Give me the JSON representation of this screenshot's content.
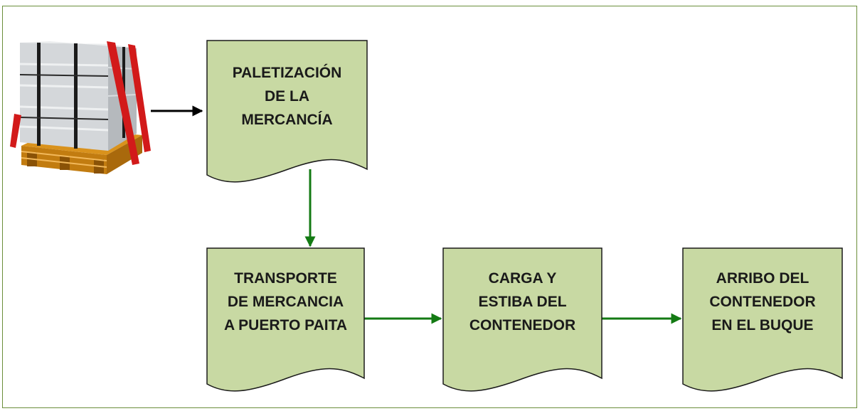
{
  "diagram": {
    "colors": {
      "frame_border": "#6b8e3a",
      "node_fill": "#c8d9a3",
      "node_border": "#1a1a1a",
      "connector_green": "#137a13",
      "connector_black": "#000000"
    },
    "source_image": {
      "icon": "wrapped-pallet-icon"
    },
    "nodes": [
      {
        "id": "paletizacion",
        "label": "PALETIZACIÓN\nDE LA\nMERCANCÍA"
      },
      {
        "id": "transporte",
        "label": "TRANSPORTE\nDE MERCANCIA\nA PUERTO PAITA"
      },
      {
        "id": "carga",
        "label": "CARGA Y\nESTIBA DEL\nCONTENEDOR"
      },
      {
        "id": "arribo",
        "label": "ARRIBO DEL\nCONTENEDOR\nEN EL BUQUE"
      }
    ],
    "edges": [
      {
        "from": "pallet",
        "to": "paletizacion",
        "color": "black"
      },
      {
        "from": "paletizacion",
        "to": "transporte",
        "color": "green"
      },
      {
        "from": "transporte",
        "to": "carga",
        "color": "green"
      },
      {
        "from": "carga",
        "to": "arribo",
        "color": "green"
      }
    ]
  }
}
